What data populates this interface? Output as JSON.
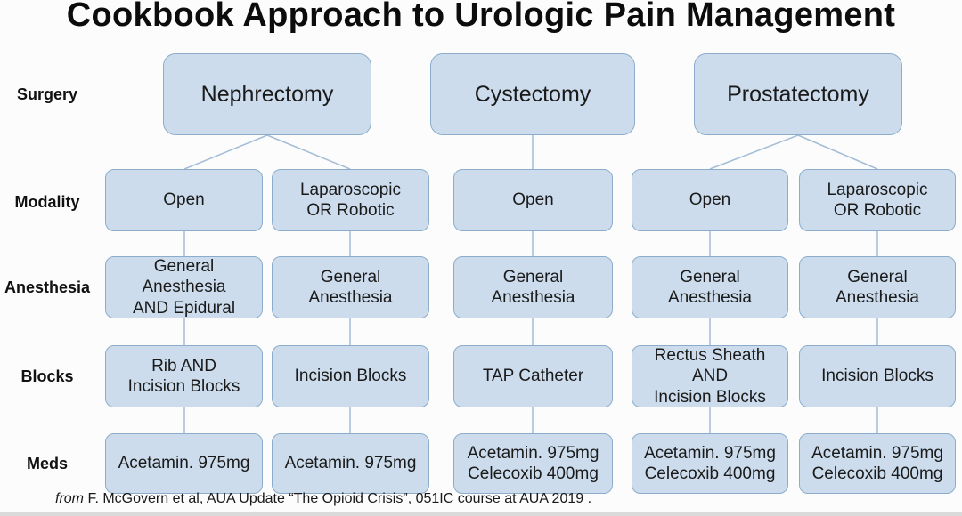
{
  "title": "Cookbook Approach to Urologic Pain Management",
  "row_labels": [
    "Surgery",
    "Modality",
    "Anesthesia",
    "Blocks",
    "Meds"
  ],
  "surgeries": [
    {
      "name": "Nephrectomy",
      "columns_covered": [
        0,
        1
      ]
    },
    {
      "name": "Cystectomy",
      "columns_covered": [
        2
      ]
    },
    {
      "name": "Prostatectomy",
      "columns_covered": [
        3,
        4
      ]
    }
  ],
  "columns": [
    {
      "modality": "Open",
      "anesthesia": "General Anesthesia\nAND Epidural",
      "blocks": "Rib AND\nIncision Blocks",
      "meds": "Acetamin. 975mg"
    },
    {
      "modality": "Laparoscopic\nOR Robotic",
      "anesthesia": "General Anesthesia",
      "blocks": "Incision Blocks",
      "meds": "Acetamin. 975mg"
    },
    {
      "modality": "Open",
      "anesthesia": "General Anesthesia",
      "blocks": "TAP Catheter",
      "meds": "Acetamin. 975mg\nCelecoxib 400mg"
    },
    {
      "modality": "Open",
      "anesthesia": "General Anesthesia",
      "blocks": "Rectus Sheath AND\nIncision Blocks",
      "meds": "Acetamin. 975mg\nCelecoxib 400mg"
    },
    {
      "modality": "Laparoscopic\nOR Robotic",
      "anesthesia": "General Anesthesia",
      "blocks": "Incision Blocks",
      "meds": "Acetamin. 975mg\nCelecoxib 400mg"
    }
  ],
  "footer": {
    "prefix": "from",
    "text": " F. McGovern et al, AUA Update “The Opioid Crisis”, 051IC course at AUA 2019 ."
  },
  "colors": {
    "box_fill": "#ccdcec",
    "box_border": "#8badcb",
    "connector": "#a4bdd6",
    "background": "#fcfcfc",
    "text": "#1a1a1a"
  }
}
